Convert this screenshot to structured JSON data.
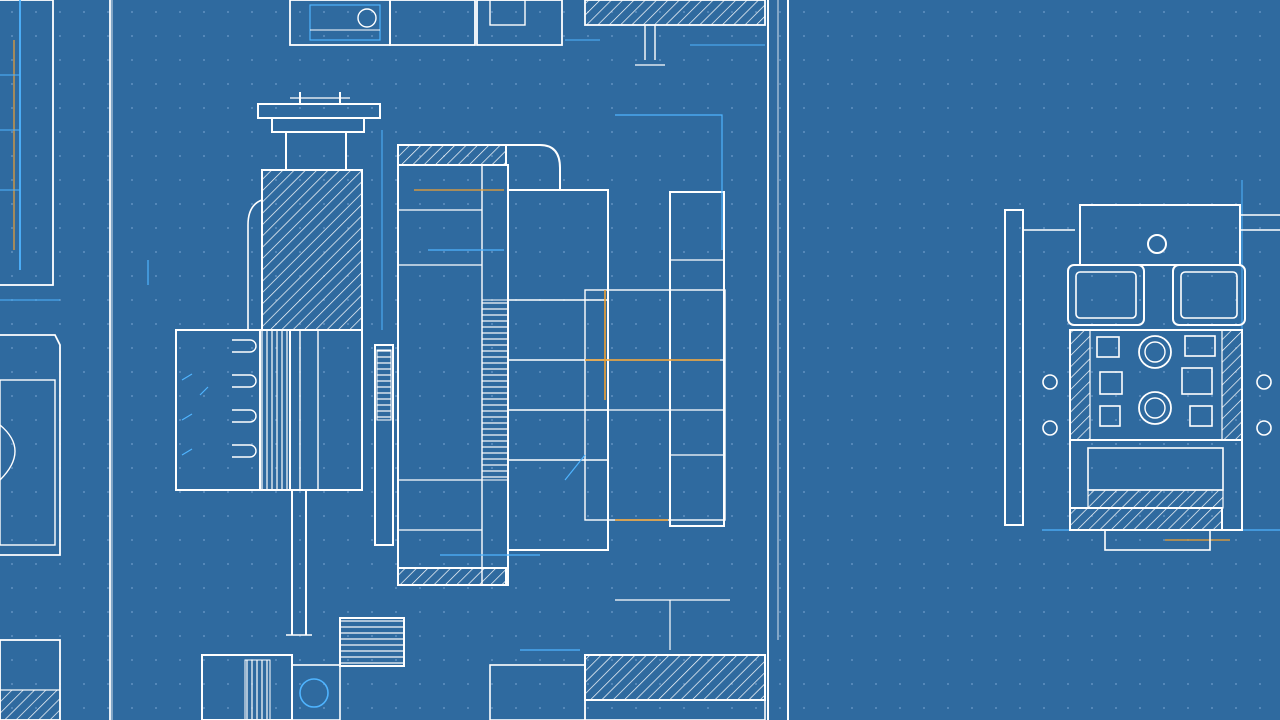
{
  "sheet": {
    "background": "#2f6a9f",
    "line_color": "#ffffff",
    "accent_blue": "#4fb4ff",
    "accent_orange": "#f0a030",
    "grid_dot_color": "#5f90c0",
    "grid": "dotted"
  },
  "drawings": [
    {
      "name": "left-edge-partial-elevation"
    },
    {
      "name": "main-assembly-section-view"
    },
    {
      "name": "right-end-view"
    }
  ],
  "text_labels": []
}
